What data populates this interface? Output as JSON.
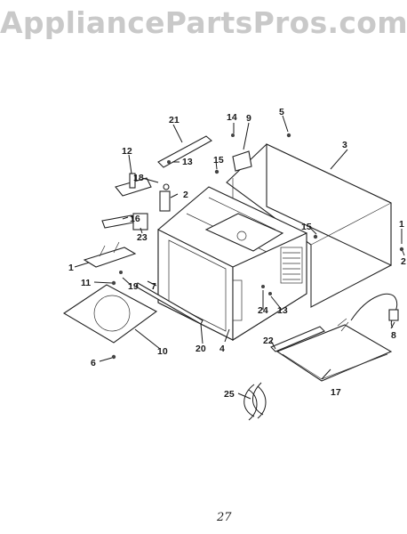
{
  "watermark": "AppliancePartsPros.com",
  "callouts": [
    "1",
    "2",
    "2",
    "2",
    "3",
    "4",
    "5",
    "6",
    "7",
    "8",
    "9",
    "10",
    "11",
    "12",
    "13",
    "13",
    "14",
    "15",
    "15",
    "16",
    "17",
    "18",
    "19",
    "20",
    "21",
    "22",
    "23",
    "24",
    "25"
  ],
  "footer_mark": "27"
}
